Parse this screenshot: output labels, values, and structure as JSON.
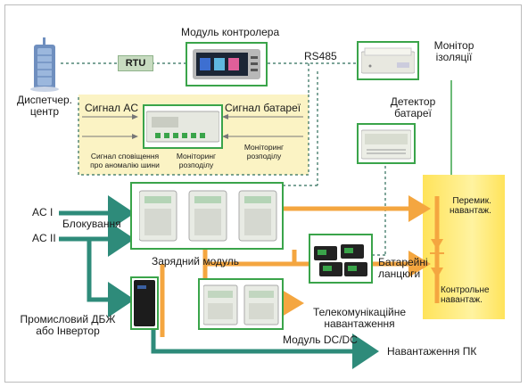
{
  "labels": {
    "dispatch": "Диспетчер.\nцентр",
    "controller_module": "Модуль контролера",
    "rtu": "RTU",
    "rs485": "RS485",
    "insulation_monitor": "Монітор\nізоляції",
    "battery_detector": "Детектор\nбатареї",
    "ac_signal": "Сигнал AC",
    "battery_signal": "Сигнал батареї",
    "bus_anomaly": "Сигнал сповіщення\nпро аномалію шини",
    "dist_monitor_1": "Моніторинг\nрозподілу",
    "dist_monitor_2": "Моніторинг\nрозподілу",
    "ac1": "AC I",
    "ac2": "AC II",
    "interlock": "Блокування",
    "charger_module": "Зарядний модуль",
    "battery_strings": "Батарейні\nланцюги",
    "switch_load": "Перемик.\nнавантаж.",
    "control_load": "Контрольне\nнавантаж.",
    "ups": "Промисловий ДБЖ\nабо Інвертор",
    "telecom_load": "Телекомунікаційне\nнавантаження",
    "dcdc_module": "Модуль DC/DC",
    "pc_load": "Навантаження ПК"
  },
  "colors": {
    "teal": "#2e8b7a",
    "orange": "#f4a640",
    "green_border": "#3aa44a",
    "signal_panel": "#fbf3c4",
    "load_panel": "#ffe35a"
  },
  "icons": [
    "building-icon",
    "controller-screen-icon",
    "monitor-device-icon",
    "detector-device-icon",
    "rectifier-module-icon",
    "battery-icon",
    "ups-cabinet-icon",
    "dcdc-module-icon"
  ]
}
